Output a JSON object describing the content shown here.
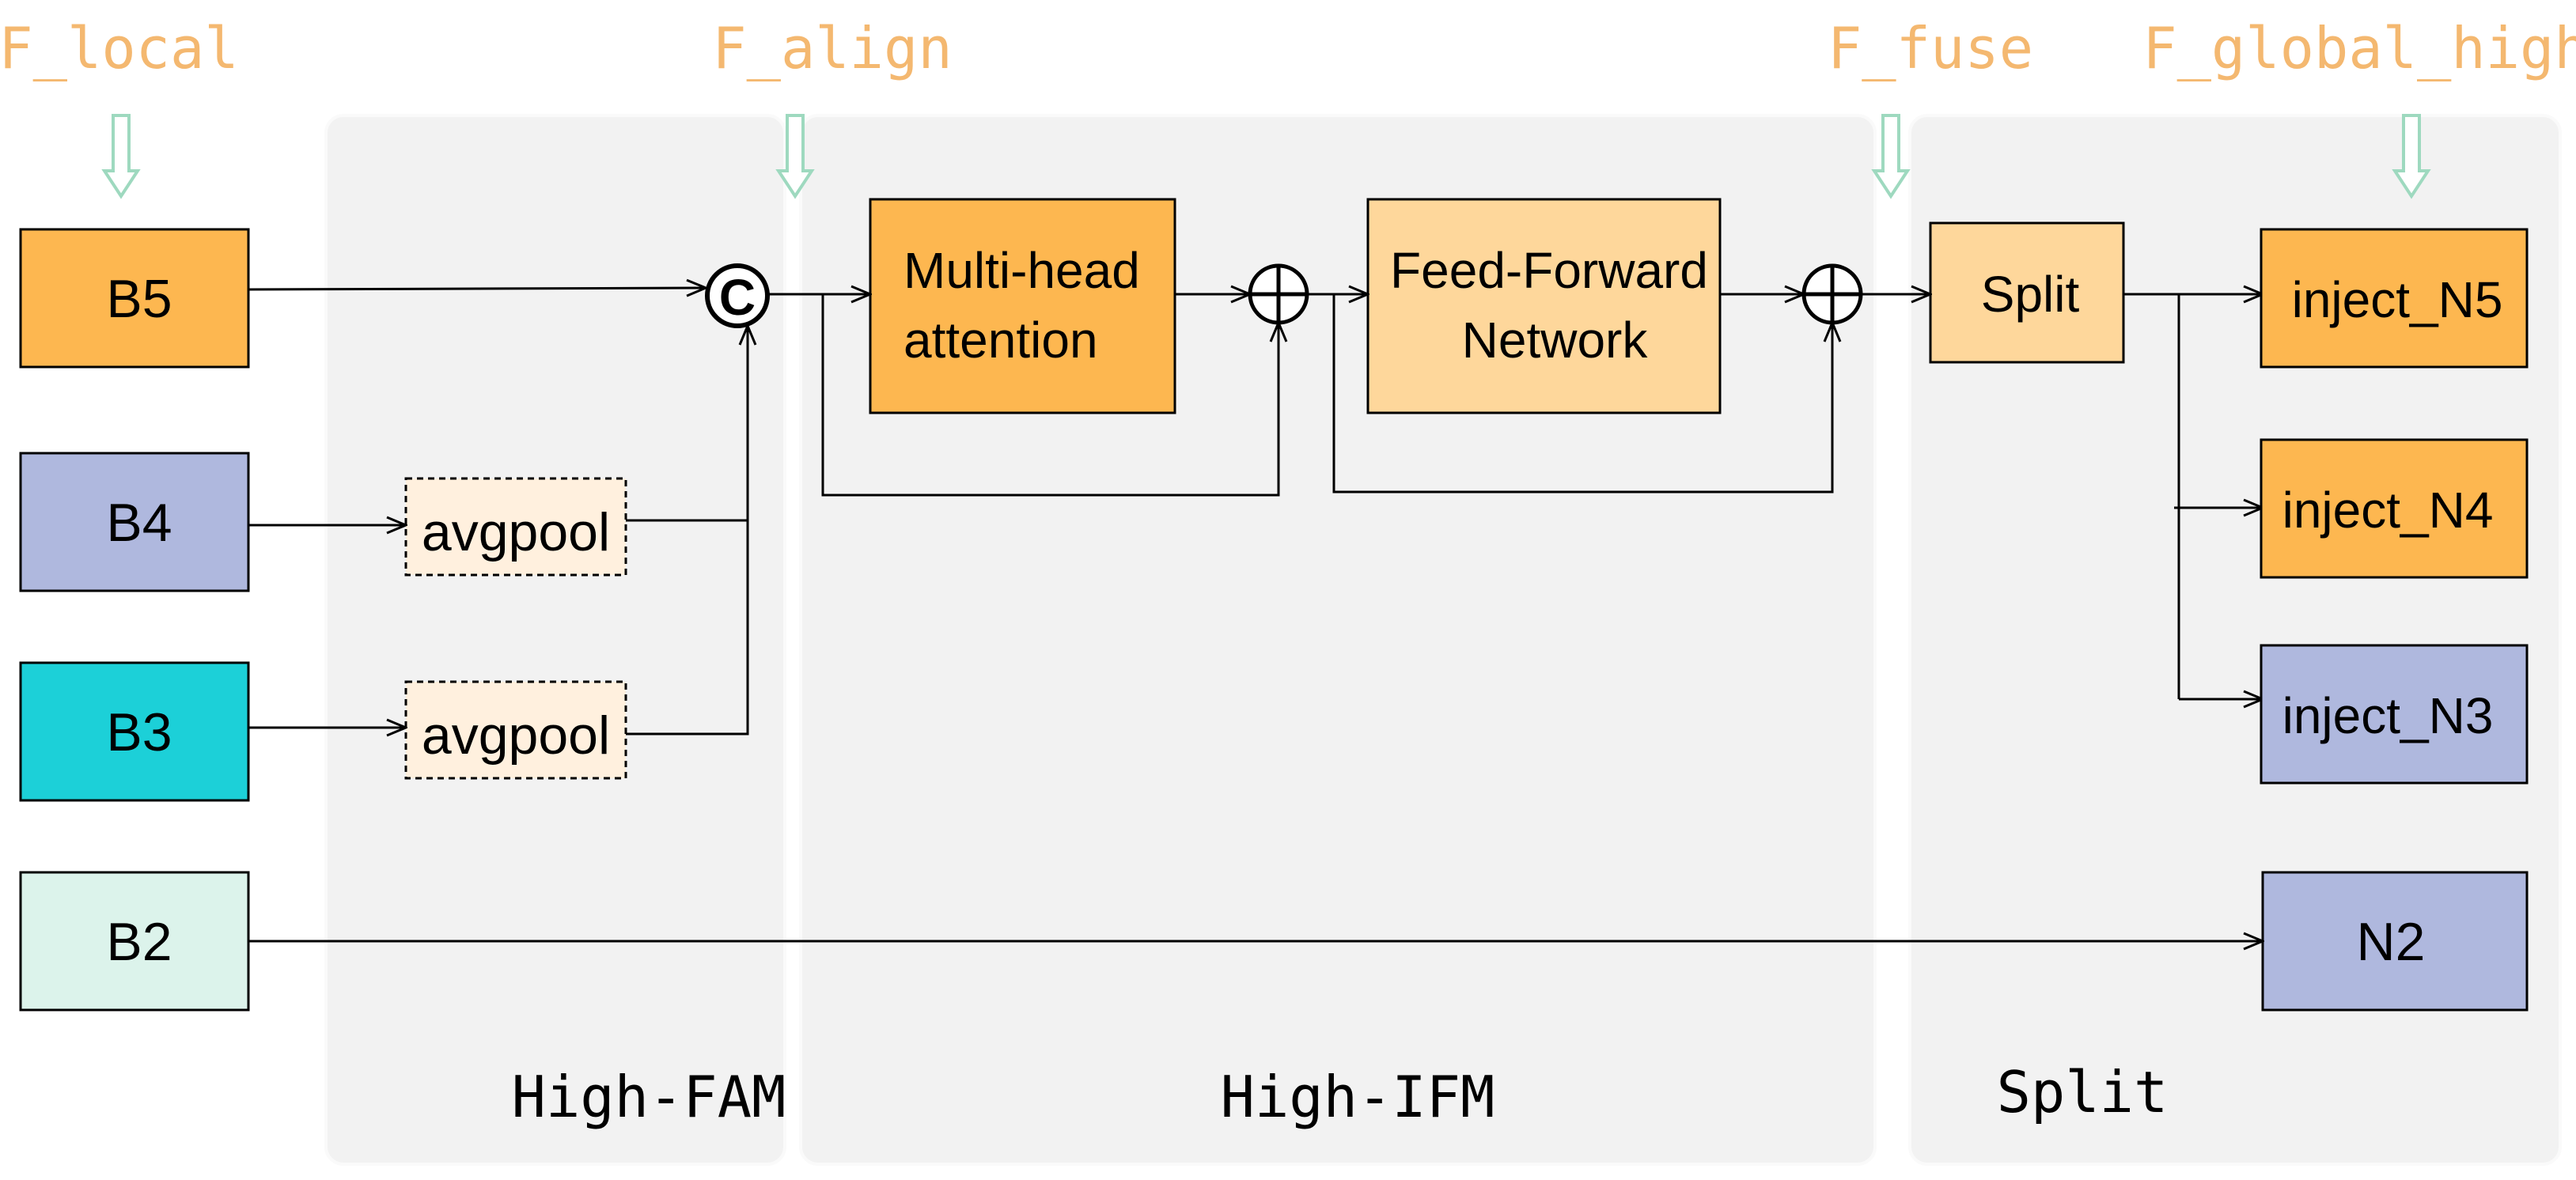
{
  "colors": {
    "orange": "#FDB750",
    "light_orange": "#FED79B",
    "lavender": "#AFB8DE",
    "cyan": "#1CD0D8",
    "mint": "#DCF3EB",
    "pool_fill": "#FFF0DE",
    "panel": "#F2F2F2",
    "annotation": "#F4B870",
    "down_arrow": "#9ED9BF",
    "line": "#000000"
  },
  "annotations": {
    "f_local": "F_local",
    "f_align": "F_align",
    "f_fuse": "F_fuse",
    "f_global_high": "F_global_high"
  },
  "panels": {
    "high_fam": "High-FAM",
    "high_ifm": "High-IFM",
    "split": "Split"
  },
  "inputs": {
    "b5": "B5",
    "b4": "B4",
    "b3": "B3",
    "b2": "B2"
  },
  "pool": {
    "top": "avgpool",
    "bottom": "avgpool"
  },
  "ops": {
    "concat": "C",
    "add": "⊕"
  },
  "blocks": {
    "mha_line1": "Multi-head",
    "mha_line2": "attention",
    "ffn_line1": "Feed-Forward",
    "ffn_line2": "Network",
    "split": "Split"
  },
  "outputs": {
    "n5": "inject_N5",
    "n4": "inject_N4",
    "n3": "inject_N3",
    "n2": "N2"
  }
}
